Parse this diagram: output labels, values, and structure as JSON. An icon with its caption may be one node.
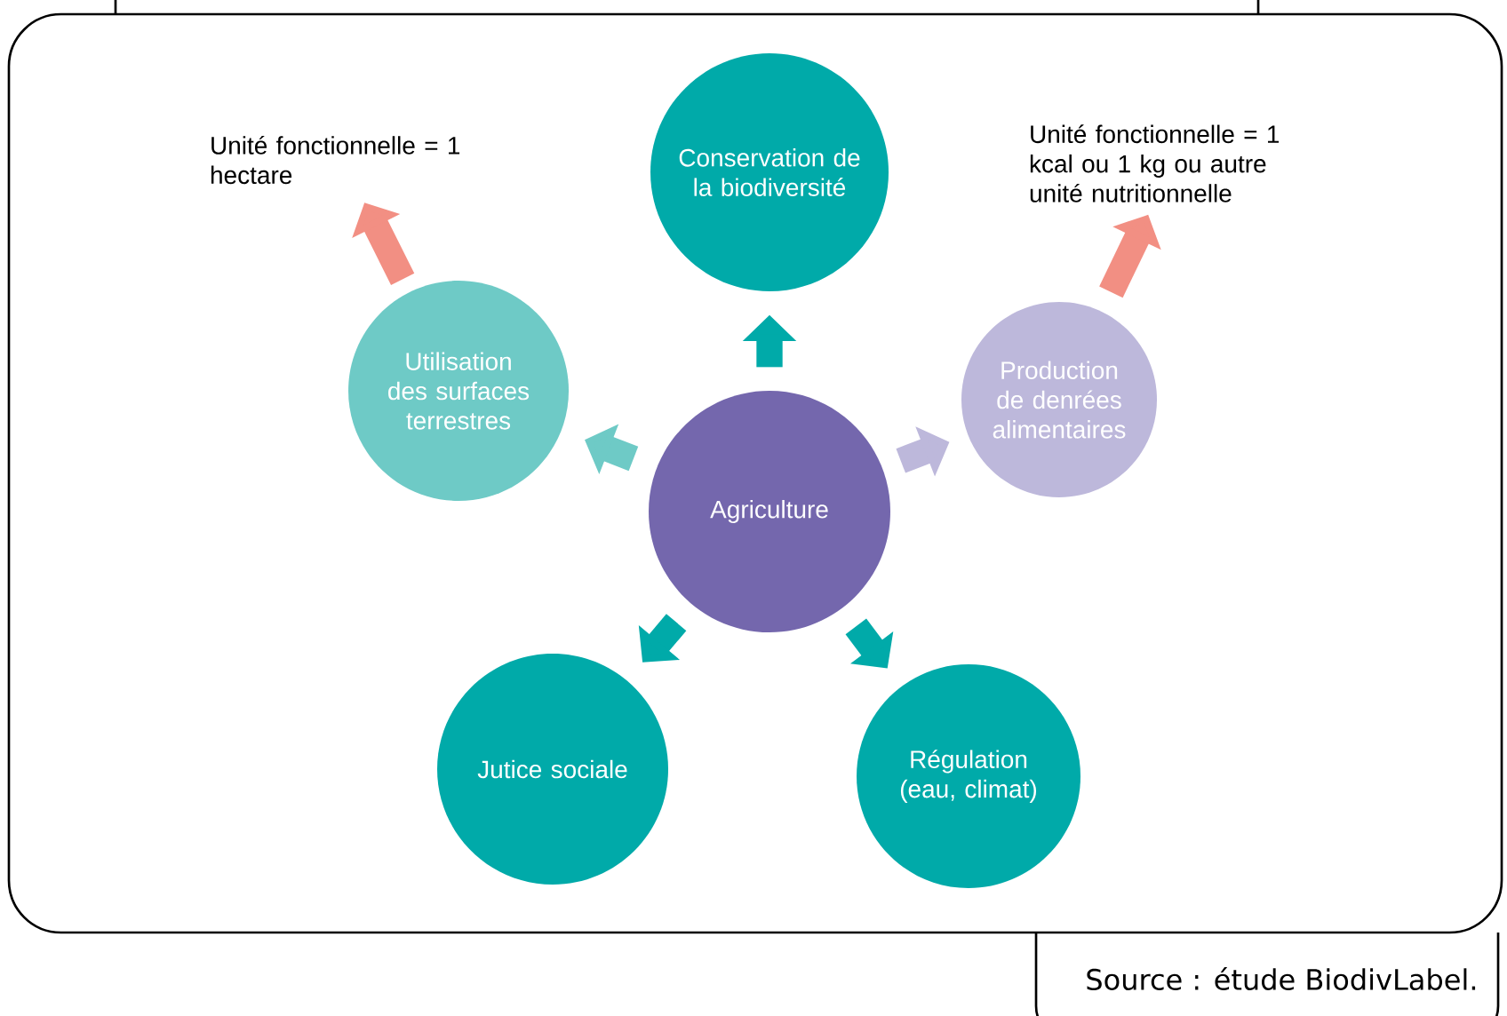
{
  "diagram": {
    "nodes": [
      {
        "text": [
          "Agriculture"
        ]
      },
      {
        "text": [
          "Conservation de la biodiversité"
        ]
      },
      {
        "text": [
          "Production de denrées alimentaires"
        ]
      },
      {
        "text": [
          "Régulation (eau, climat)"
        ]
      },
      {
        "text": [
          "Jutice sociale"
        ]
      },
      {
        "text": [
          "Utilisation des surfaces terrestres"
        ]
      },
      {
        "text": [
          "Unité fonctionnelle = 1 hectare"
        ]
      },
      {
        "text": [
          "Unité fonctionnelle = 1 kcal ou 1 kg ou autre unité nutritionnelle"
        ]
      }
    ],
    "edges": [
      {
        "from": 0,
        "to": 1,
        "arrow": "to"
      },
      {
        "from": 0,
        "to": 2,
        "arrow": "to",
        "color": "#bdb8db"
      },
      {
        "from": 0,
        "to": 3,
        "arrow": "to"
      },
      {
        "from": 0,
        "to": 4,
        "arrow": "to"
      },
      {
        "from": 0,
        "to": 5,
        "arrow": "to",
        "color": "#6ecac6"
      },
      {
        "from": 5,
        "to": 6,
        "arrow": "to",
        "color": "#f28f83"
      },
      {
        "from": 2,
        "to": 7,
        "arrow": "to",
        "color": "#f28f83"
      }
    ],
    "labels": [
      "Source : étude BiodivLabel."
    ]
  }
}
